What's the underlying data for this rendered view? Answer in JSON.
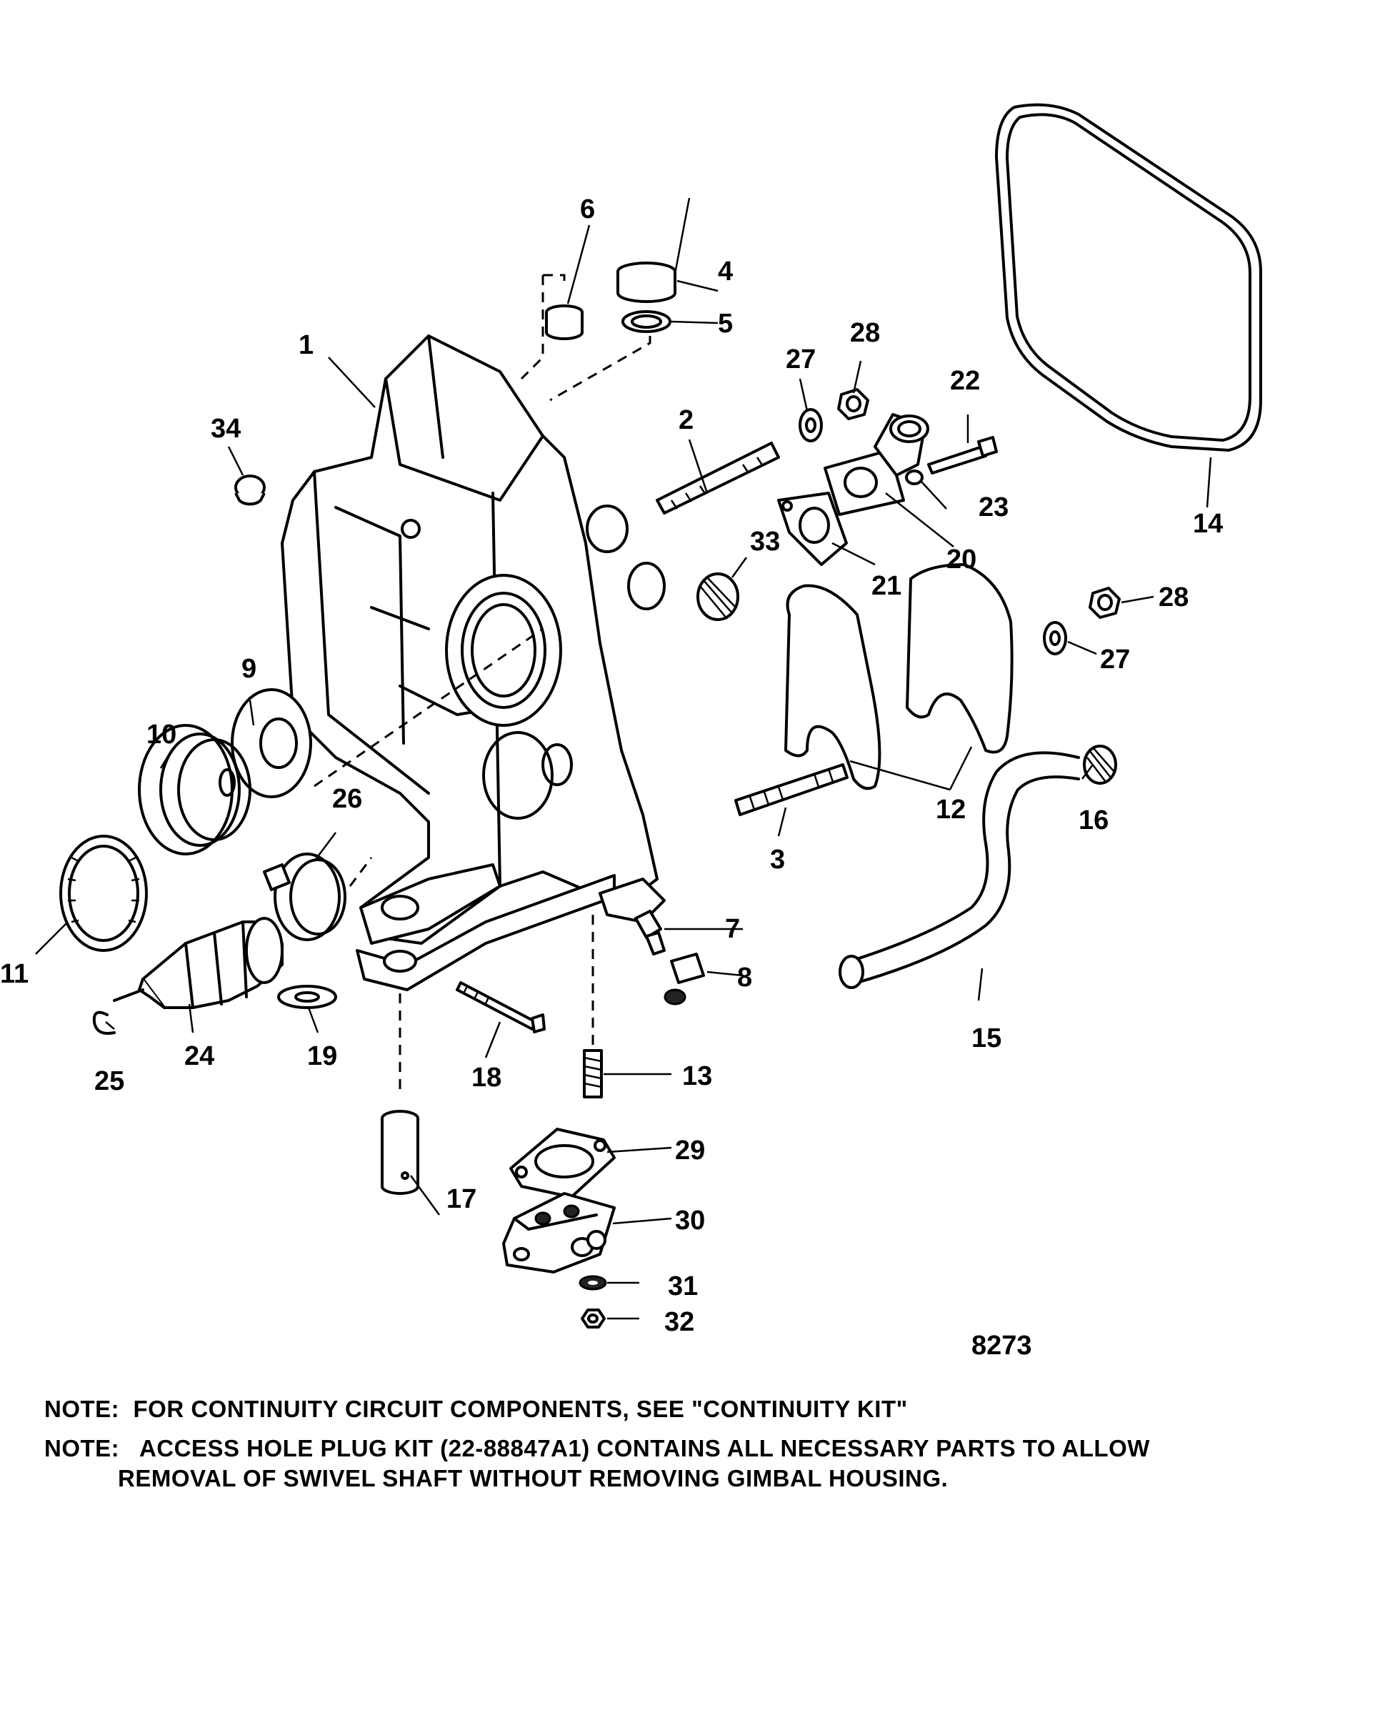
{
  "figure_number": "8273",
  "callouts": {
    "c1": "1",
    "c2": "2",
    "c3": "3",
    "c4": "4",
    "c5": "5",
    "c6": "6",
    "c7": "7",
    "c8": "8",
    "c9": "9",
    "c10": "10",
    "c11": "11",
    "c12": "12",
    "c13": "13",
    "c14": "14",
    "c15": "15",
    "c16": "16",
    "c17": "17",
    "c18": "18",
    "c19": "19",
    "c20": "20",
    "c21": "21",
    "c22": "22",
    "c23": "23",
    "c24": "24",
    "c25": "25",
    "c26": "26",
    "c27a": "27",
    "c27b": "27",
    "c28a": "28",
    "c28b": "28",
    "c29": "29",
    "c30": "30",
    "c31": "31",
    "c32": "32",
    "c33": "33",
    "c34": "34"
  },
  "notes": {
    "note1": "NOTE:  FOR CONTINUITY CIRCUIT COMPONENTS, SEE \"CONTINUITY KIT\"",
    "note2_line1": "NOTE:   ACCESS HOLE PLUG KIT (22-88847A1) CONTAINS ALL NECESSARY PARTS TO ALLOW",
    "note2_line2": "REMOVAL OF SWIVEL SHAFT WITHOUT REMOVING GIMBAL HOUSING."
  }
}
